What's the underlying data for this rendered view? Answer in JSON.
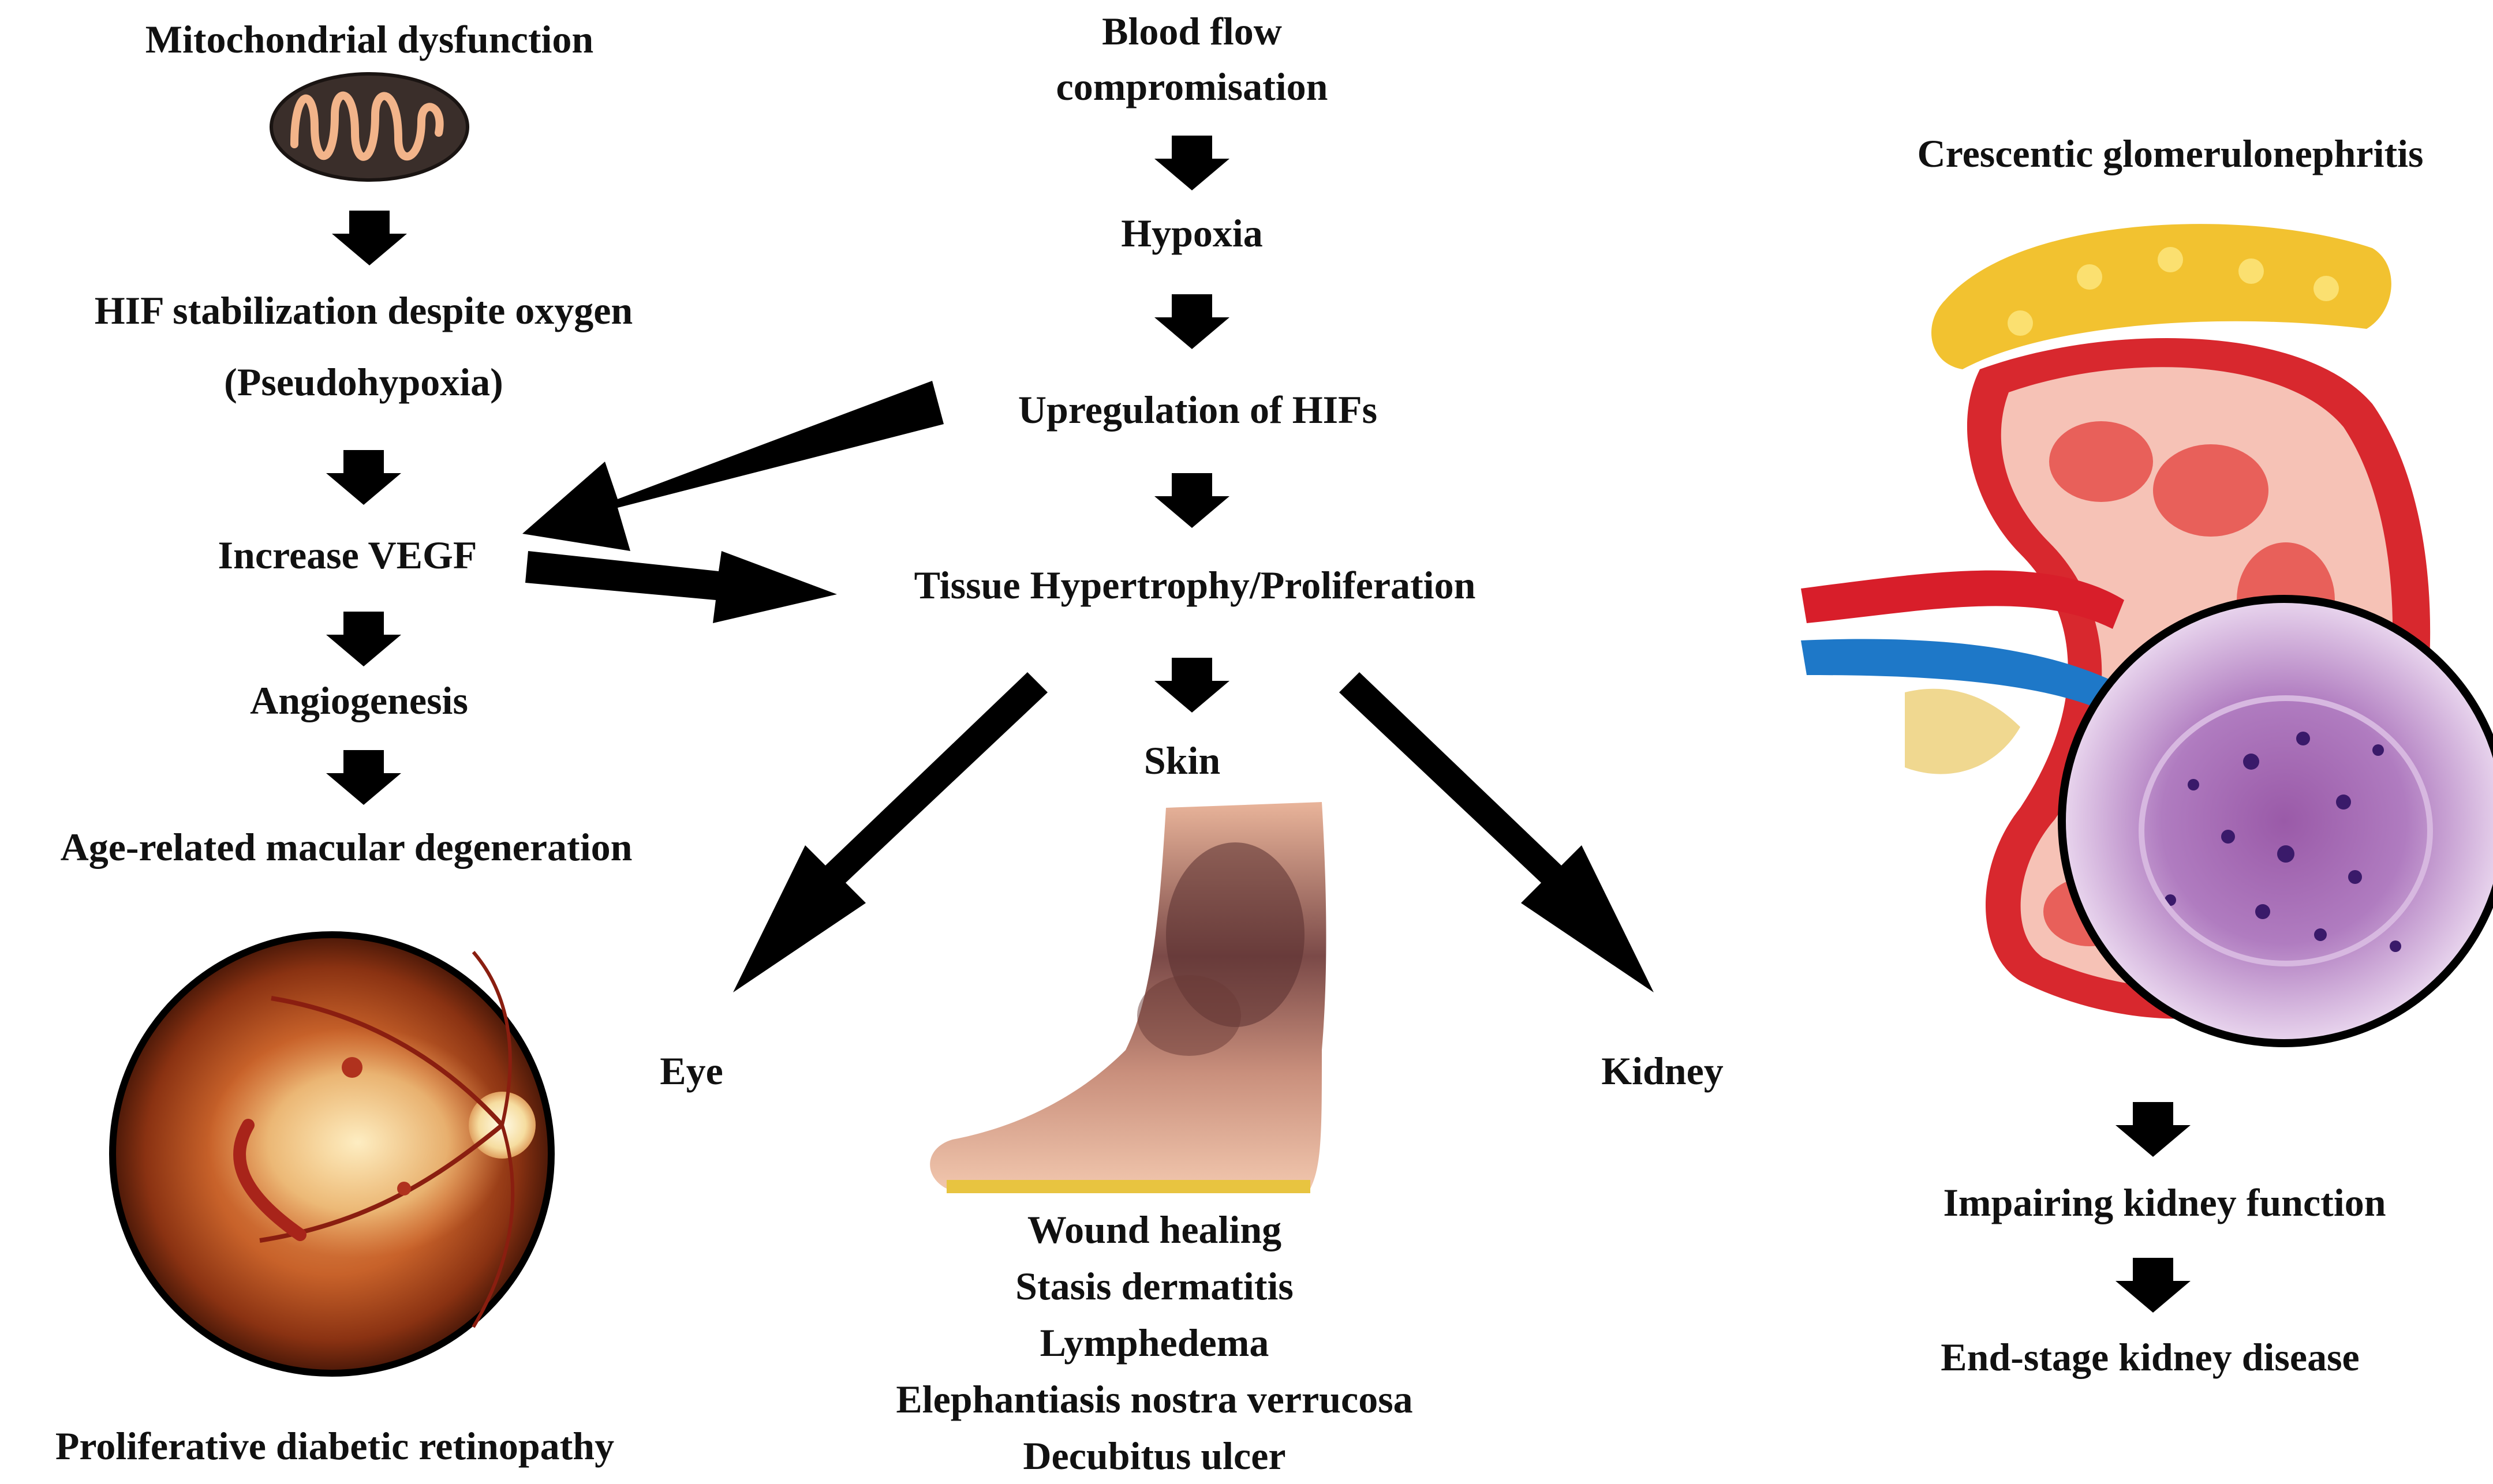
{
  "colors": {
    "text": "#111111",
    "arrow": "#000000",
    "background": "#ffffff"
  },
  "left_column": {
    "mito": "Mitochondrial dysfunction",
    "hif_stab": "HIF stabilization despite oxygen",
    "pseudo": "(Pseudohypoxia)",
    "vegf": "Increase VEGF",
    "angio": "Angiogenesis",
    "amd": "Age-related macular degeneration",
    "pdr": "Proliferative diabetic retinopathy"
  },
  "center_column": {
    "blood_1": "Blood flow",
    "blood_2": "compromisation",
    "hypoxia": "Hypoxia",
    "uphif": "Upregulation of HIFs",
    "tissue": "Tissue Hypertrophy/Proliferation",
    "skin": "Skin",
    "eye": "Eye",
    "kidney": "Kidney",
    "skin_conditions": [
      "Wound healing",
      "Stasis dermatitis",
      "Lymphedema",
      "Elephantiasis nostra verrucosa",
      "Decubitus ulcer"
    ]
  },
  "right_column": {
    "crescentic": "Crescentic glomerulonephritis",
    "impairing": "Impairing kidney function",
    "eskd": "End-stage kidney disease"
  },
  "icons": {
    "mito": "mitochondrion-icon",
    "retina": "retina-fundus-photo",
    "foot": "foot-skin-lesion-illustration",
    "kidney": "kidney-illustration",
    "histology": "glomerulus-histology-circle"
  }
}
